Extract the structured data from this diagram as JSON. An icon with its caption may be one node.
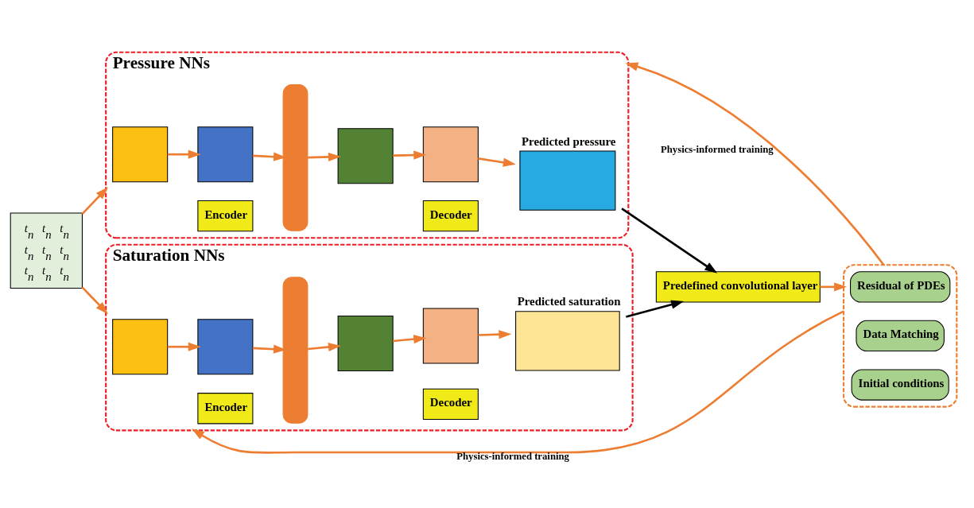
{
  "diagram": {
    "nodes": [
      {
        "text": [
          "t$_{n}$",
          "t$_{n}$",
          "t$_{n}$",
          "t$_{n}$",
          "t$_{n}$",
          "t$_{n}$",
          "t$_{n}$",
          "t$_{n}$",
          "t$_{n}$"
        ]
      },
      {
        "text": [
          "Pressure NNs"
        ]
      },
      {
        "text": [],
        "shape": "box",
        "in": 1
      },
      {
        "text": [],
        "shape": "box",
        "in": 1
      },
      {
        "text": [],
        "shape": "bar",
        "in": 1
      },
      {
        "text": [],
        "shape": "box",
        "in": 1
      },
      {
        "text": [],
        "shape": "box",
        "in": 1
      },
      {
        "text": [
          "Predicted pressure"
        ],
        "in": 1
      },
      {
        "text": [
          "Encoder"
        ],
        "in": 1
      },
      {
        "text": [
          "Decoder"
        ],
        "in": 1
      },
      {
        "text": [
          "Saturation NNs"
        ]
      },
      {
        "text": [],
        "shape": "box",
        "in": 10
      },
      {
        "text": [],
        "shape": "box",
        "in": 10
      },
      {
        "text": [],
        "shape": "bar",
        "in": 10
      },
      {
        "text": [],
        "shape": "box",
        "in": 10
      },
      {
        "text": [],
        "shape": "box",
        "in": 10
      },
      {
        "text": [
          "Predicted saturation"
        ],
        "in": 10
      },
      {
        "text": [
          "Encoder"
        ],
        "in": 10
      },
      {
        "text": [
          "Decoder"
        ],
        "in": 10
      },
      {
        "text": [
          "Predefined convolutional layer"
        ]
      },
      {
        "text": [],
        "shape": "box"
      },
      {
        "text": [
          "Residual of PDEs"
        ],
        "in": 20
      },
      {
        "text": [
          "Data Matching"
        ],
        "in": 20
      },
      {
        "text": [
          "Initial conditions"
        ],
        "in": 20
      }
    ],
    "edges": [
      {
        "from": 0,
        "to": 1,
        "arrow": "to"
      },
      {
        "from": 2,
        "to": 3,
        "arrow": "to"
      },
      {
        "from": 3,
        "to": 4,
        "arrow": "to"
      },
      {
        "from": 4,
        "to": 5,
        "arrow": "to"
      },
      {
        "from": 5,
        "to": 6,
        "arrow": "to"
      },
      {
        "from": 6,
        "to": 7,
        "arrow": "to"
      },
      {
        "from": 0,
        "to": 10,
        "arrow": "to"
      },
      {
        "from": 11,
        "to": 12,
        "arrow": "to"
      },
      {
        "from": 12,
        "to": 13,
        "arrow": "to"
      },
      {
        "from": 13,
        "to": 14,
        "arrow": "to"
      },
      {
        "from": 14,
        "to": 15,
        "arrow": "to"
      },
      {
        "from": 15,
        "to": 16,
        "arrow": "to"
      },
      {
        "from": 7,
        "to": 19,
        "arrow": "to",
        "color": "#000000"
      },
      {
        "from": 16,
        "to": 19,
        "arrow": "to",
        "color": "#000000"
      },
      {
        "from": 19,
        "to": 20,
        "arrow": "to"
      },
      {
        "from": 20,
        "to": 1,
        "arrow": "to",
        "label": "Physics-informed training"
      },
      {
        "from": 20,
        "to": 10,
        "arrow": "to",
        "label": "Physics-informed training"
      }
    ]
  }
}
